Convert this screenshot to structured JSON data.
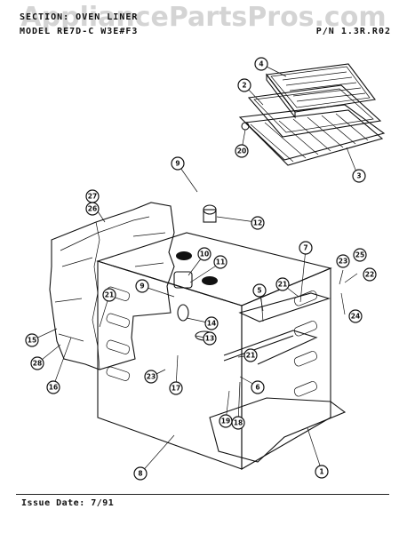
{
  "header": {
    "section_line": "SECTION:  OVEN LINER",
    "model_line": "MODEL  RE7D-C  W3E#F3",
    "part_number": "P/N 1.3R.R02"
  },
  "watermark": "AppliancePartsPros.com",
  "footer": {
    "issue": "Issue Date: 7/91"
  },
  "callouts": [
    "4",
    "2",
    "20",
    "3",
    "9",
    "12",
    "27",
    "26",
    "7",
    "25",
    "23",
    "22",
    "24",
    "10",
    "11",
    "9",
    "5",
    "21",
    "21",
    "15",
    "28",
    "16",
    "14",
    "13",
    "21",
    "6",
    "23",
    "17",
    "19",
    "18",
    "8",
    "1"
  ]
}
